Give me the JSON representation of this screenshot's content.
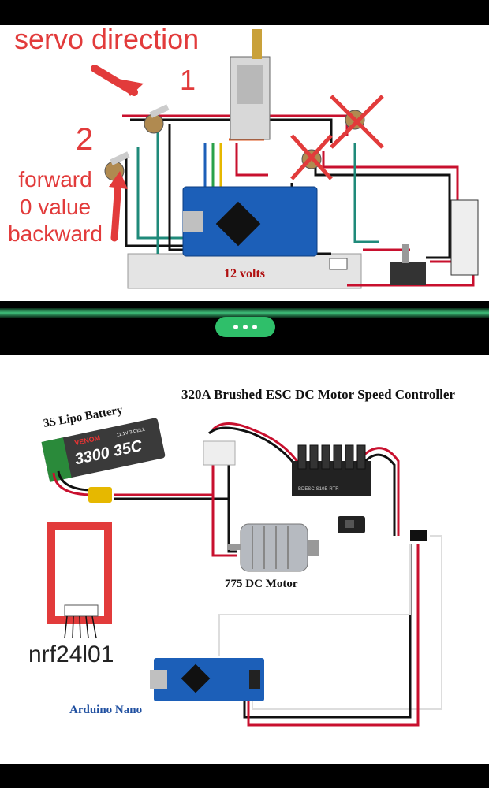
{
  "top_diagram": {
    "title": "servo direction",
    "marker_1": "1",
    "marker_2": "2",
    "note_lines": [
      "forward",
      "0 value",
      "backward"
    ],
    "battery_label": "12 volts"
  },
  "divider": {
    "more_button": "more-options"
  },
  "bottom_diagram": {
    "esc_title": "320A Brushed ESC DC Motor Speed Controller",
    "battery_title": "3S Lipo Battery",
    "battery_brand": "VENOM",
    "battery_spec": "11.1V 3 CELL",
    "battery_capacity": "3300 35C",
    "esc_model": "BDESC-S10E-RTR",
    "motor_label": "775 DC Motor",
    "radio_label": "nrf24l01",
    "board_label": "Arduino Nano"
  },
  "colors": {
    "annotation_red": "#e23b3b",
    "wire_red": "#c8102e",
    "arduino_blue": "#1c5fb8",
    "pill_green": "#2fbf6a",
    "board_label_blue": "#1f4fa0"
  }
}
